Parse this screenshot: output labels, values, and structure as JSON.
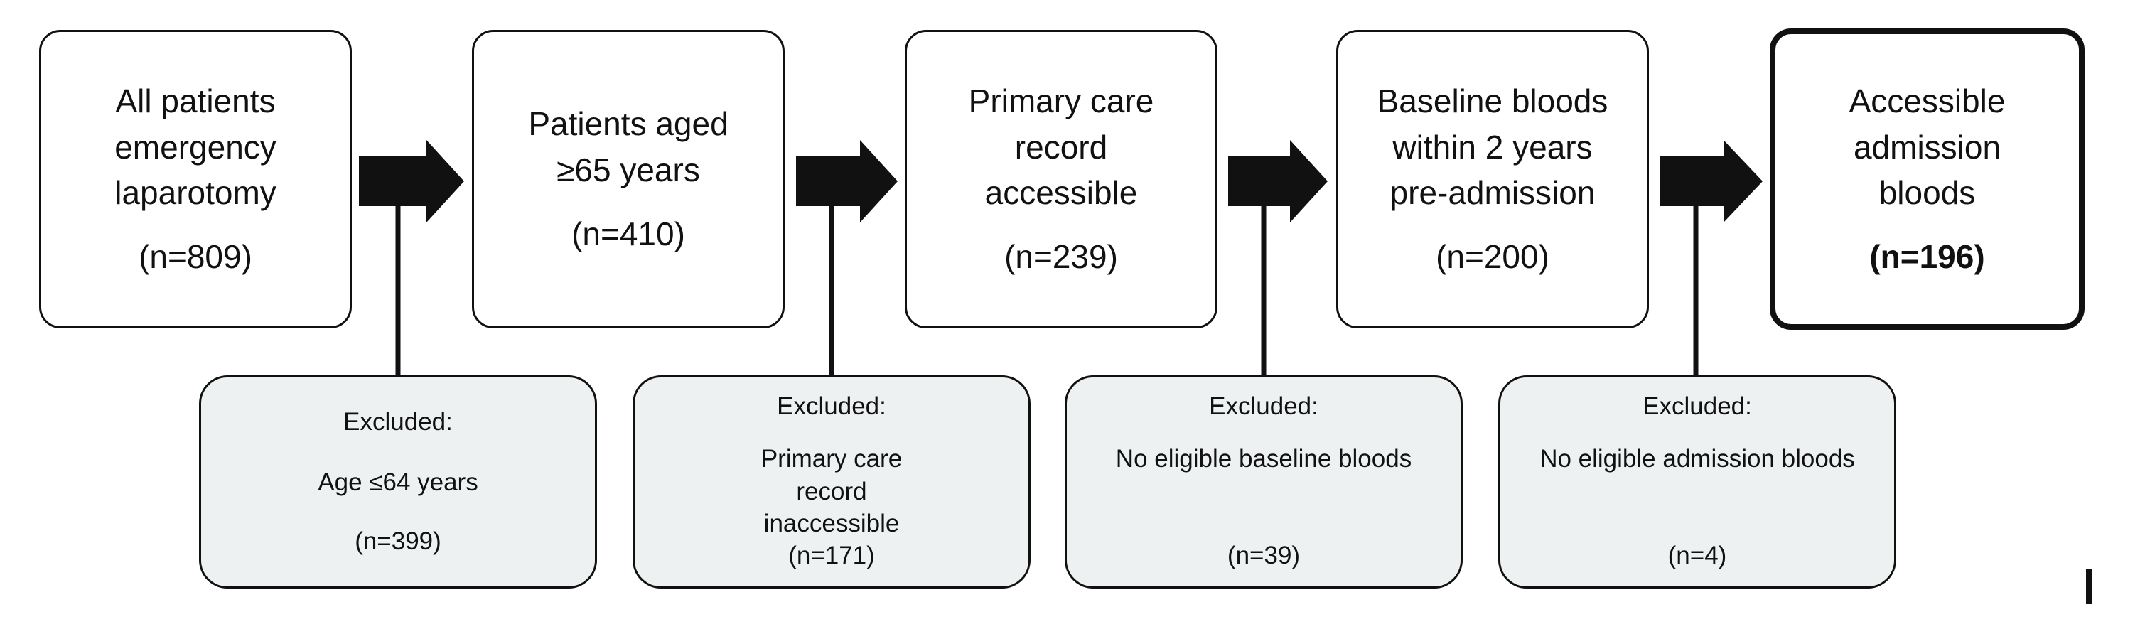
{
  "steps": [
    {
      "label": "All patients emergency laparotomy",
      "count": "(n=809)"
    },
    {
      "label": "Patients aged ≥65 years",
      "count": "(n=410)"
    },
    {
      "label": "Primary care record accessible",
      "count": "(n=239)"
    },
    {
      "label": "Baseline bloods within 2 years pre-admission",
      "count": "(n=200)"
    },
    {
      "label": "Accessible admission bloods",
      "count": "(n=196)"
    }
  ],
  "exclusions": [
    {
      "heading": "Excluded:",
      "reason": "Age ≤64 years",
      "count": "(n=399)"
    },
    {
      "heading": "Excluded:",
      "reason": "Primary care record inaccessible",
      "count": "(n=171)"
    },
    {
      "heading": "Excluded:",
      "reason": "No eligible baseline bloods",
      "count": "(n=39)"
    },
    {
      "heading": "Excluded:",
      "reason": "No eligible admission bloods",
      "count": "(n=4)"
    }
  ],
  "colors": {
    "stroke": "#111111",
    "exclusion_fill": "#eef1f2"
  }
}
